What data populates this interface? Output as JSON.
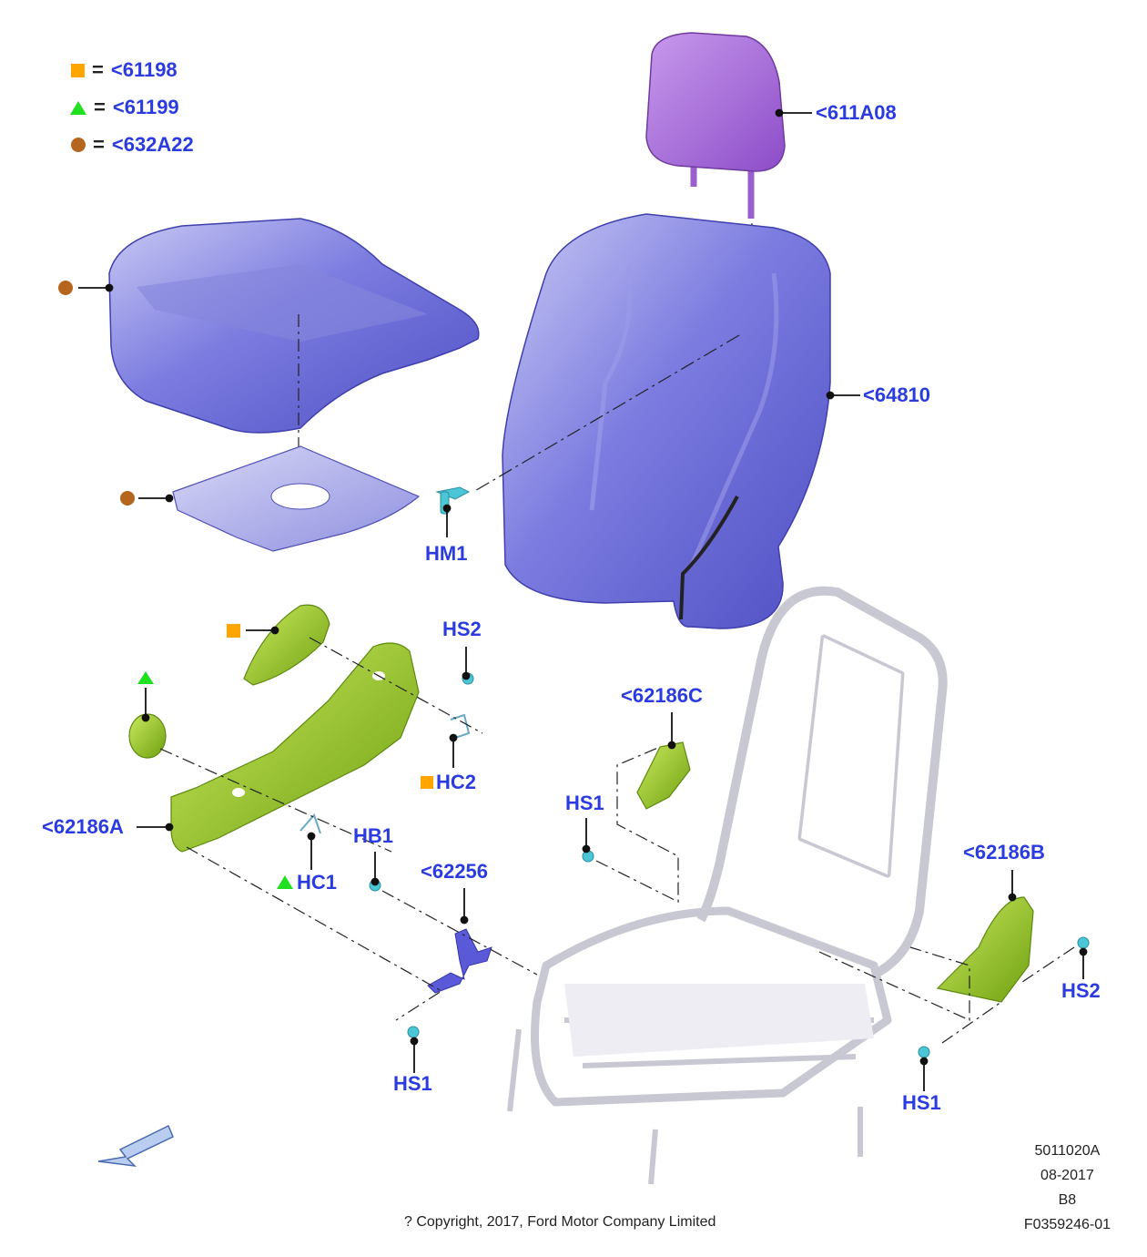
{
  "colors": {
    "label": "#2a3be0",
    "leader": "#111111",
    "seat_blue": "#6f6fd8",
    "headrest_purple": "#a86bd8",
    "trim_green": "#94c820",
    "fastener_cyan": "#4bc6d6",
    "square_orange": "#ffa500",
    "triangle_green": "#21e021",
    "circle_brown": "#b5651d",
    "frame_grey": "#e4e4ec"
  },
  "legend": [
    {
      "symbol": "square",
      "color": "#ffa500",
      "eq": "=",
      "code": "<61198"
    },
    {
      "symbol": "triangle",
      "color": "#21e021",
      "eq": "=",
      "code": "<61199"
    },
    {
      "symbol": "circle",
      "color": "#b5651d",
      "eq": "=",
      "code": "<632A22"
    }
  ],
  "callouts": {
    "headrest": "<611A08",
    "backrest_pad": "<64810",
    "hm1": "HM1",
    "hs2_top": "HS2",
    "hc2": "HC2",
    "hc1": "HC1",
    "trim_a": "<62186A",
    "hb1": "HB1",
    "bracket": "<62256",
    "trim_c": "<62186C",
    "hs1_mid": "HS1",
    "trim_b": "<62186B",
    "hs2_right": "HS2",
    "hs1_bottom": "HS1",
    "hs1_right": "HS1"
  },
  "footer": {
    "copyright": "? Copyright, 2017, Ford Motor Company Limited",
    "code1": "5011020A",
    "date": "08-2017",
    "code2": "B8",
    "code3": "F0359246-01"
  }
}
